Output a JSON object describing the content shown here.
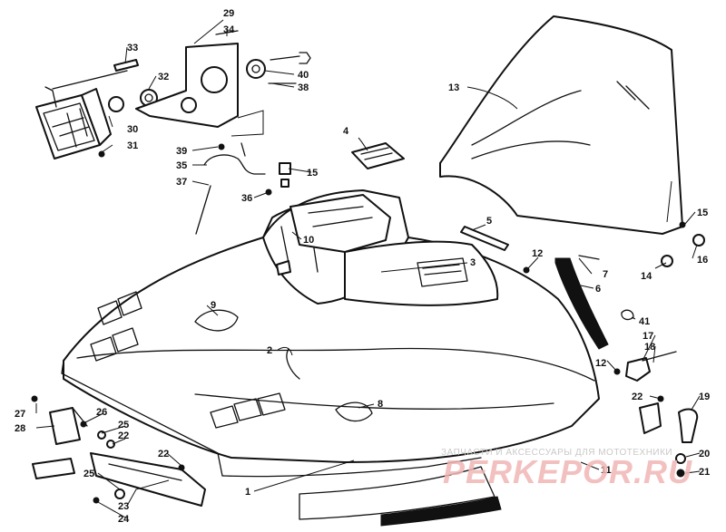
{
  "diagram": {
    "callouts": [
      "1",
      "2",
      "3",
      "4",
      "5",
      "6",
      "7",
      "8",
      "9",
      "10",
      "11",
      "12",
      "12",
      "13",
      "14",
      "15",
      "15",
      "16",
      "17",
      "18",
      "19",
      "20",
      "21",
      "22",
      "22",
      "22",
      "23",
      "24",
      "25",
      "25",
      "26",
      "27",
      "28",
      "29",
      "30",
      "31",
      "32",
      "33",
      "34",
      "35",
      "36",
      "37",
      "38",
      "39",
      "40",
      "41"
    ]
  },
  "watermark": {
    "small_text": "ЗАПЧАСТИ И АКСЕССУАРЫ ДЛЯ МОТОТЕХНИКИ",
    "brand_text": "PERKEPOR.RU",
    "color": "#f2b6b6"
  }
}
